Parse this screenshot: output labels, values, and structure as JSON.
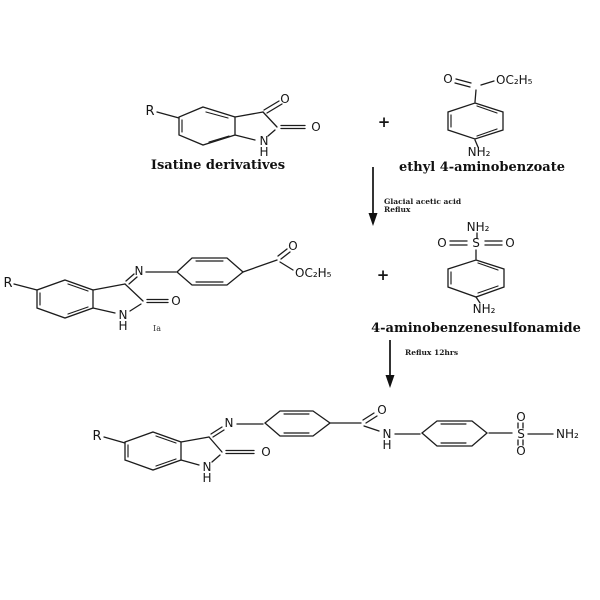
{
  "scheme": {
    "atoms": {
      "R": "R",
      "O": "O",
      "N": "N",
      "H": "H",
      "S": "S",
      "NH2": "NH₂",
      "OC2H5": "OC₂H₅"
    },
    "plus": "+",
    "compounds": {
      "reactant1_label": "Isatine derivatives",
      "reactant2_label": "ethyl 4-aminobenzoate",
      "intermediate_label": "Ia",
      "reagent_label": "4-aminobenzenesulfonamide"
    },
    "steps": {
      "step1_conditions_line1": "Glacial acetic acid",
      "step1_conditions_line2": "Reflux",
      "step2_conditions": "Reflux 12hrs"
    }
  }
}
